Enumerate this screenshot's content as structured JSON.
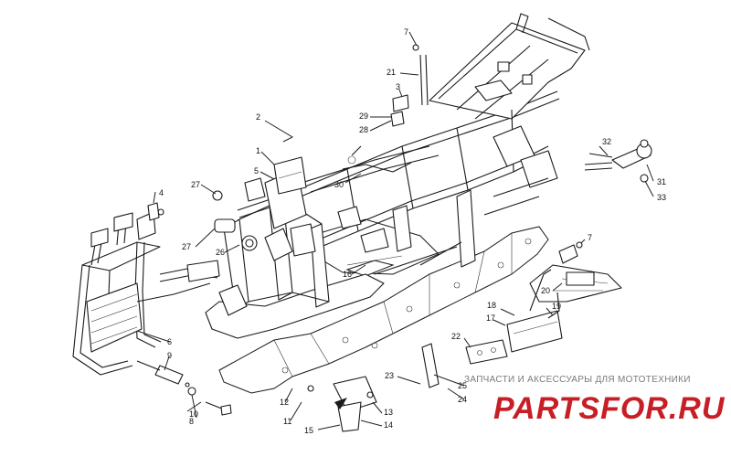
{
  "diagram": {
    "callouts": [
      {
        "id": "c1",
        "text": "1"
      },
      {
        "id": "c2",
        "text": "2"
      },
      {
        "id": "c3",
        "text": "3"
      },
      {
        "id": "c4",
        "text": "4"
      },
      {
        "id": "c5",
        "text": "5"
      },
      {
        "id": "c6",
        "text": "6"
      },
      {
        "id": "c7a",
        "text": "7"
      },
      {
        "id": "c7b",
        "text": "7"
      },
      {
        "id": "c8",
        "text": "8"
      },
      {
        "id": "c9",
        "text": "9"
      },
      {
        "id": "c10",
        "text": "10"
      },
      {
        "id": "c11",
        "text": "11"
      },
      {
        "id": "c12",
        "text": "12"
      },
      {
        "id": "c13",
        "text": "13"
      },
      {
        "id": "c14",
        "text": "14"
      },
      {
        "id": "c15",
        "text": "15"
      },
      {
        "id": "c16",
        "text": "16"
      },
      {
        "id": "c17",
        "text": "17"
      },
      {
        "id": "c18",
        "text": "18"
      },
      {
        "id": "c19",
        "text": "19"
      },
      {
        "id": "c20",
        "text": "20"
      },
      {
        "id": "c21",
        "text": "21"
      },
      {
        "id": "c22",
        "text": "22"
      },
      {
        "id": "c23",
        "text": "23"
      },
      {
        "id": "c24",
        "text": "24"
      },
      {
        "id": "c25",
        "text": "25"
      },
      {
        "id": "c26",
        "text": "26"
      },
      {
        "id": "c27a",
        "text": "27"
      },
      {
        "id": "c27b",
        "text": "27"
      },
      {
        "id": "c28",
        "text": "28"
      },
      {
        "id": "c29",
        "text": "29"
      },
      {
        "id": "c30",
        "text": "30"
      },
      {
        "id": "c31",
        "text": "31"
      },
      {
        "id": "c32",
        "text": "32"
      },
      {
        "id": "c33",
        "text": "33"
      }
    ]
  },
  "watermark": {
    "tagline": "ЗАПЧАСТИ И АКСЕССУАРЫ ДЛЯ МОТОТЕХНИКИ",
    "logo": "PARTSFOR.RU"
  },
  "colors": {
    "line": "#1a1a1a",
    "watermark_red": "#c71f26",
    "watermark_gray": "#7a7a7a"
  }
}
